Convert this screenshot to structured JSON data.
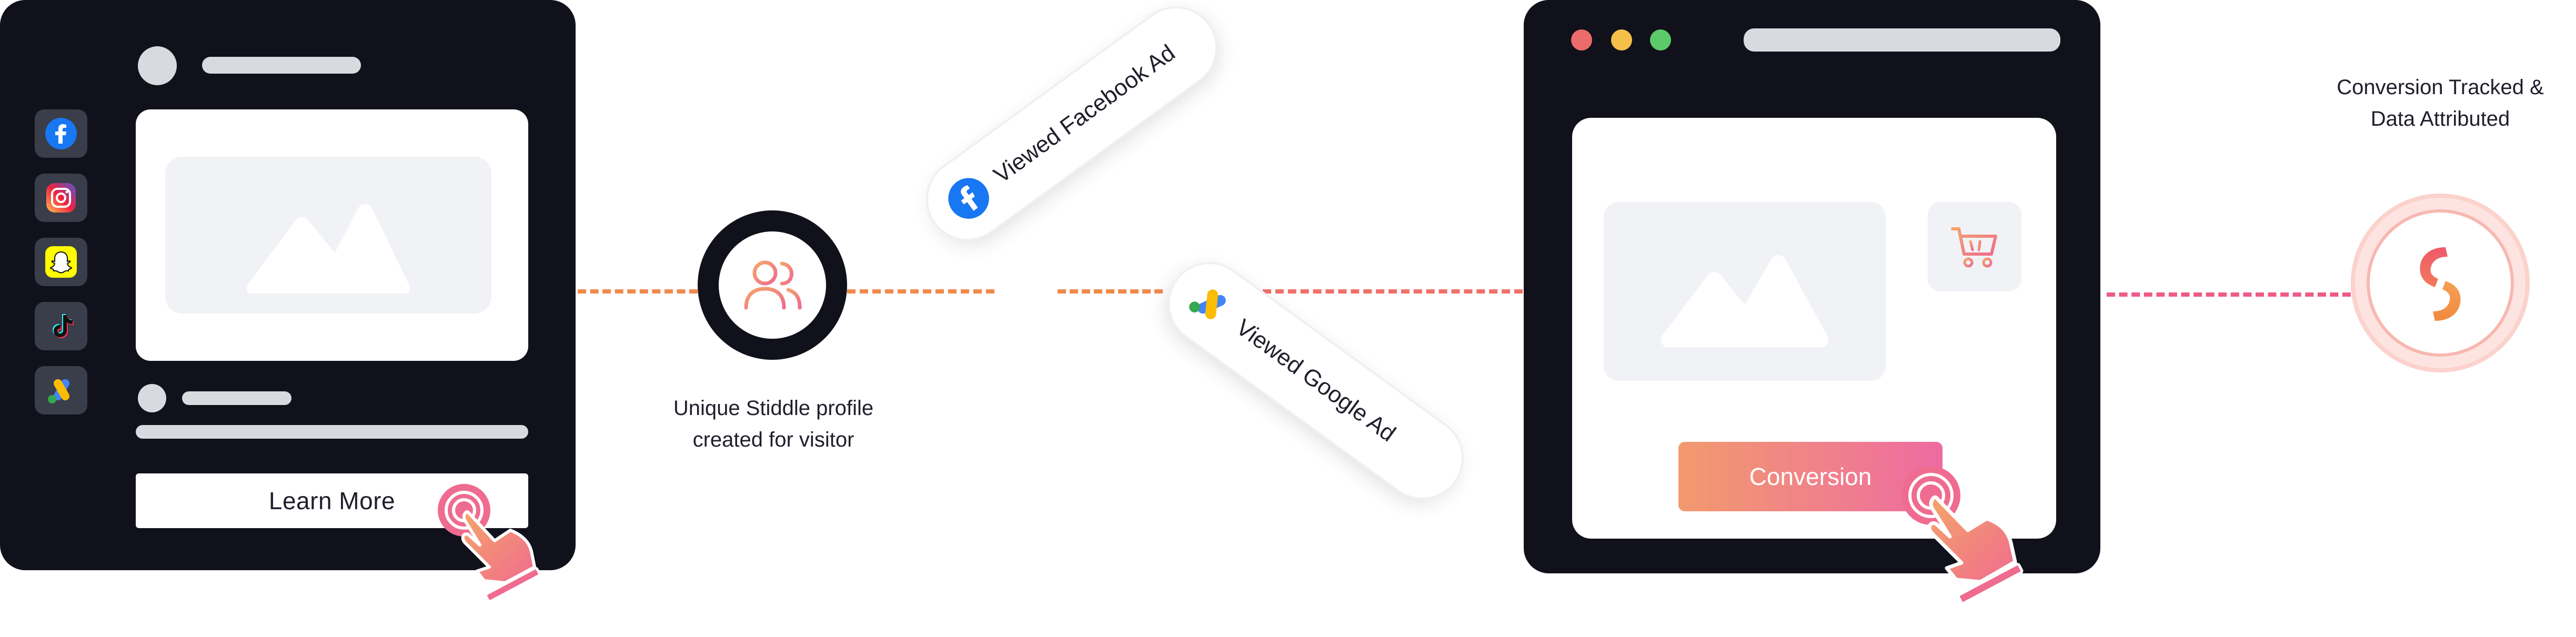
{
  "ad": {
    "button_label": "Learn More",
    "platforms": [
      {
        "name": "facebook",
        "icon": "facebook-icon",
        "color": "#1877F2"
      },
      {
        "name": "instagram",
        "icon": "instagram-icon",
        "color": "#E1306C"
      },
      {
        "name": "snapchat",
        "icon": "snapchat-icon",
        "color": "#FFFC00"
      },
      {
        "name": "tiktok",
        "icon": "tiktok-icon",
        "color": "#000000"
      },
      {
        "name": "google-ads",
        "icon": "google-ads-icon",
        "color": "#4285F4"
      }
    ]
  },
  "profile": {
    "icon": "users-icon",
    "caption_line1": "Unique Stiddle profile",
    "caption_line2": "created for visitor"
  },
  "touchpoints": [
    {
      "label": "Viewed Facebook Ad",
      "icon": "facebook-icon"
    },
    {
      "label": "Viewed Google Ad",
      "icon": "google-ads-icon"
    }
  ],
  "site": {
    "button_label": "Conversion",
    "cart_icon": "shopping-cart-icon",
    "traffic_lights": [
      "#EE6B6B",
      "#F5C04A",
      "#5CC96B"
    ]
  },
  "result": {
    "title_line1": "Conversion Tracked &",
    "title_line2": "Data Attributed",
    "icon": "stiddle-logo-icon"
  },
  "colors": {
    "dark": "#10111A",
    "accent_orange": "#F08A4B",
    "accent_pink": "#EF5A86"
  }
}
